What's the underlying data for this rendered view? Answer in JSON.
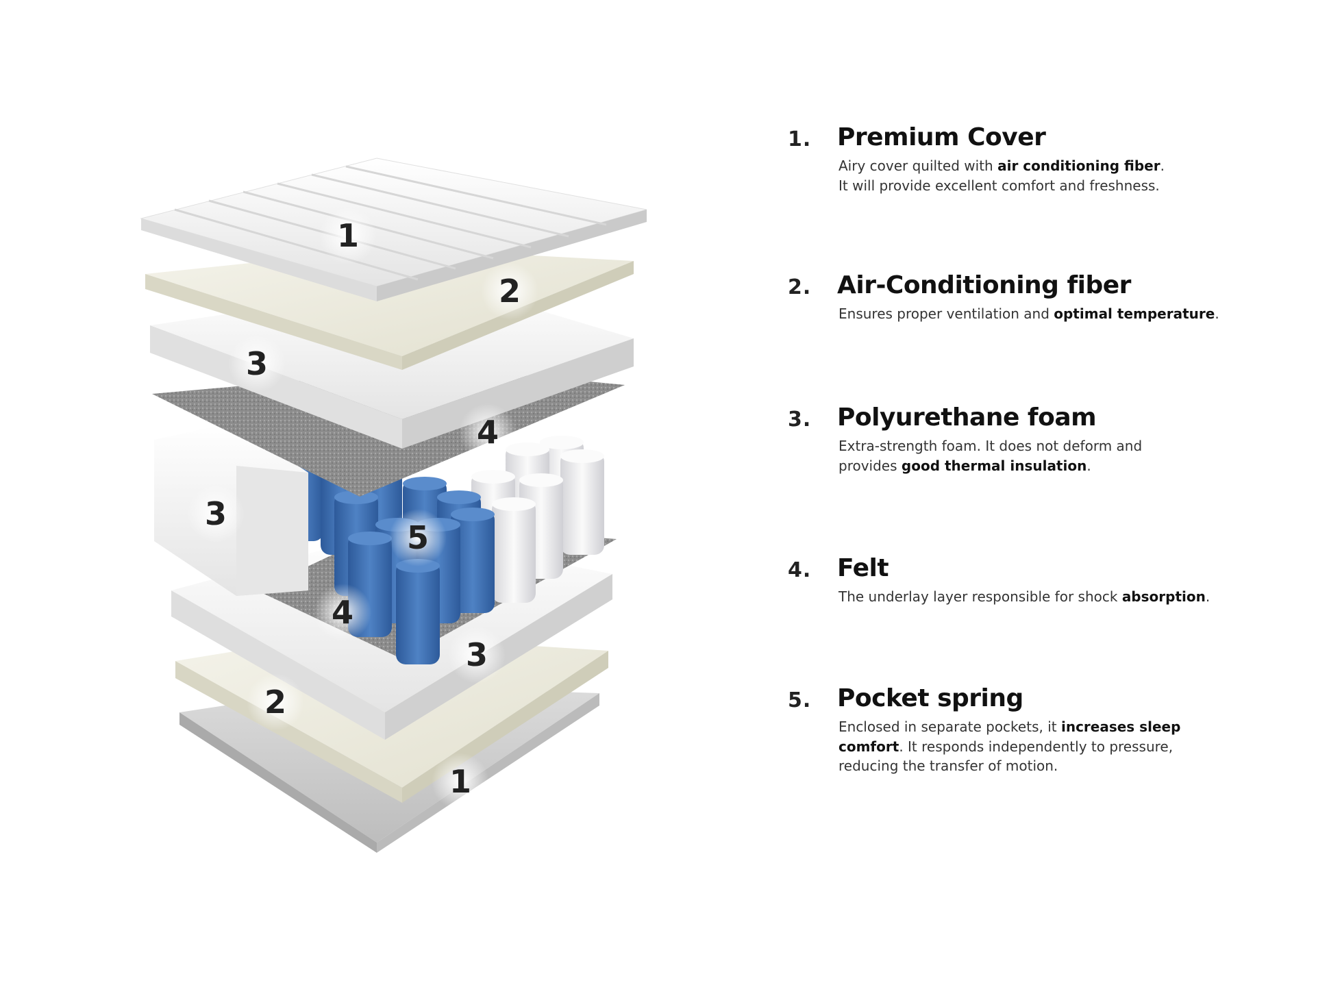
{
  "illustration": {
    "labels": [
      "1",
      "2",
      "3",
      "4",
      "3",
      "5",
      "4",
      "3",
      "2",
      "1"
    ],
    "colors": {
      "foam": "#f4f4f4",
      "fiber": "#eeecdf",
      "felt": "#8a8a8a",
      "spring_blue": "#3f6fb0",
      "spring_white": "#ececef"
    }
  },
  "layers": [
    {
      "number": "1.",
      "title": "Premium Cover",
      "desc": [
        [
          {
            "t": "Airy cover quilted with "
          },
          {
            "t": "air conditioning fiber",
            "b": true
          },
          {
            "t": "."
          }
        ],
        [
          {
            "t": "It will provide excellent comfort and freshness."
          }
        ]
      ]
    },
    {
      "number": "2.",
      "title": "Air-Conditioning fiber",
      "desc": [
        [
          {
            "t": "Ensures proper ventilation and "
          },
          {
            "t": "optimal temperature",
            "b": true
          },
          {
            "t": "."
          }
        ]
      ]
    },
    {
      "number": "3.",
      "title": "Polyurethane foam",
      "desc": [
        [
          {
            "t": "Extra-strength foam. It does not deform and"
          }
        ],
        [
          {
            "t": "provides "
          },
          {
            "t": "good thermal insulation",
            "b": true
          },
          {
            "t": "."
          }
        ]
      ]
    },
    {
      "number": "4.",
      "title": "Felt",
      "desc": [
        [
          {
            "t": "The underlay layer responsible for shock "
          },
          {
            "t": "absorption",
            "b": true
          },
          {
            "t": "."
          }
        ]
      ]
    },
    {
      "number": "5.",
      "title": "Pocket spring",
      "desc": [
        [
          {
            "t": "Enclosed in separate pockets, it "
          },
          {
            "t": "increases sleep",
            "b": true
          }
        ],
        [
          {
            "t": "comfort",
            "b": true
          },
          {
            "t": ". It responds independently to pressure,"
          }
        ],
        [
          {
            "t": "reducing the transfer of motion."
          }
        ]
      ]
    }
  ]
}
